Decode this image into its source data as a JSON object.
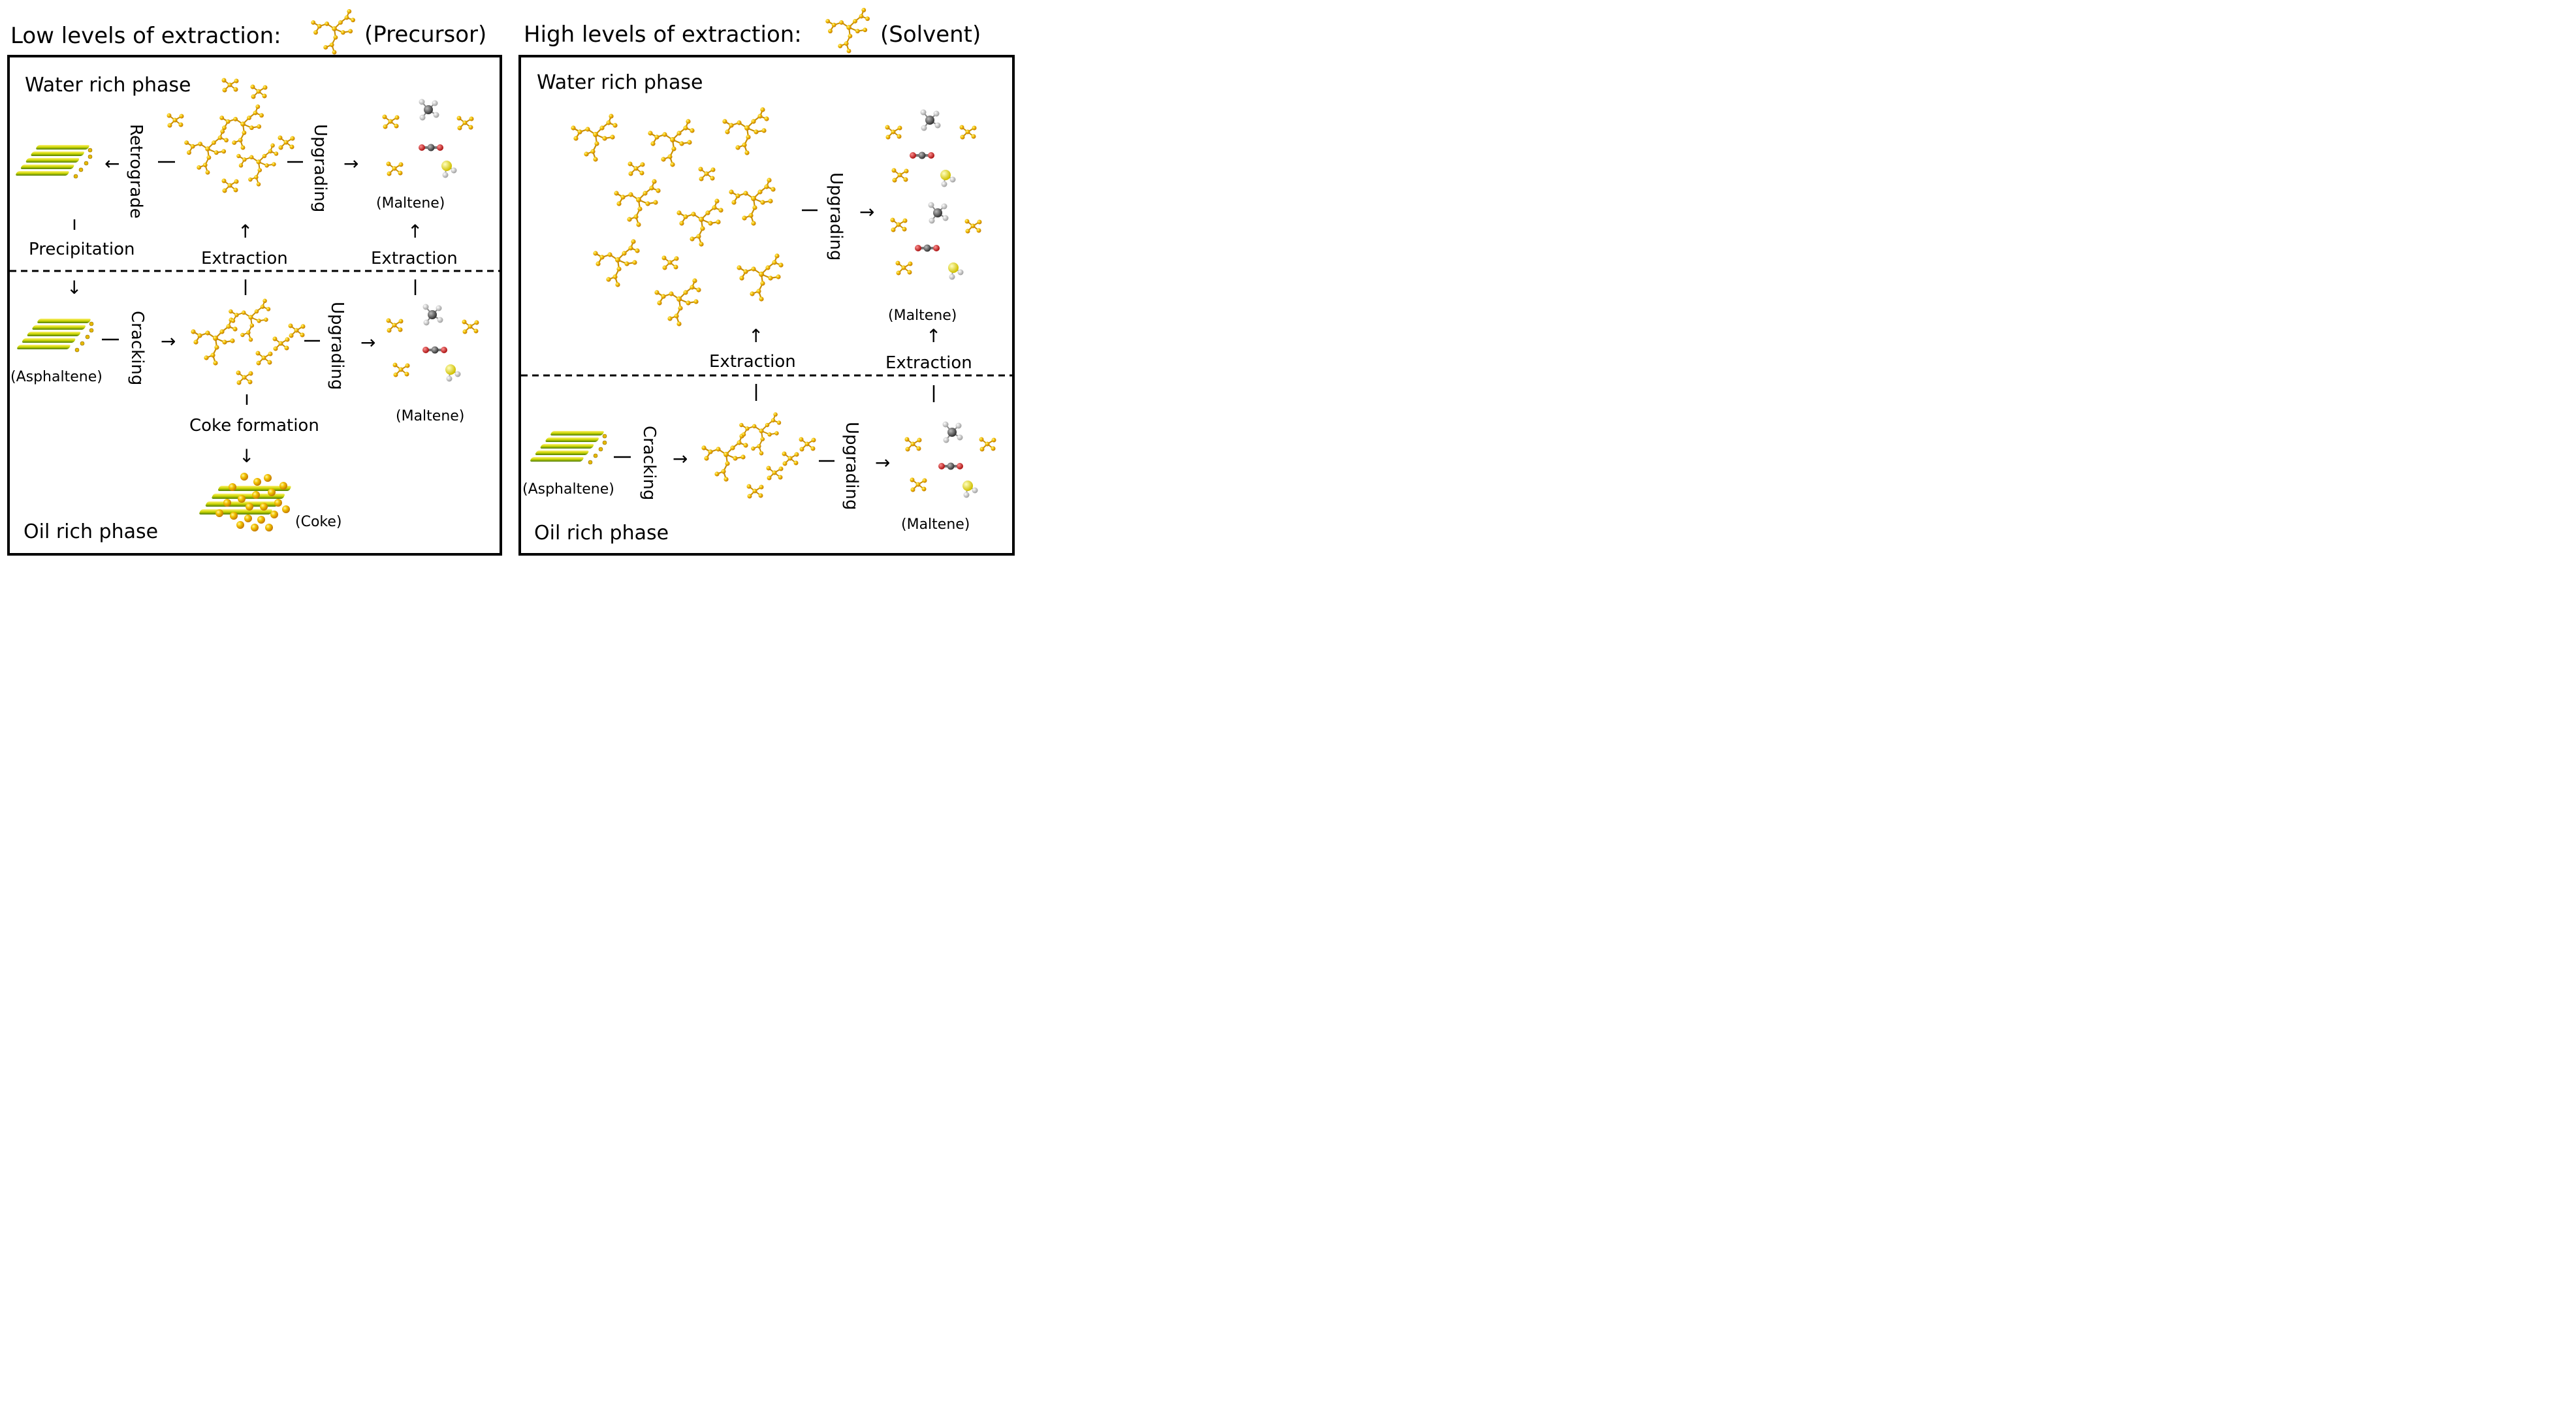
{
  "left_header": {
    "title": "Low levels of extraction:",
    "tag": "(Precursor)"
  },
  "right_header": {
    "title": "High levels of extraction:",
    "tag": "(Solvent)"
  },
  "left_panel": {
    "water_label": "Water rich phase",
    "oil_label": "Oil rich phase",
    "retrograde": "Retrograde",
    "upgrading_top": "Upgrading",
    "maltene_top": "(Maltene)",
    "precipitation": "Precipitation",
    "extraction_center": "Extraction",
    "extraction_right": "Extraction",
    "cracking": "Cracking",
    "asphaltene": "(Asphaltene)",
    "upgrading_bottom": "Upgrading",
    "maltene_bottom": "(Maltene)",
    "coke_formation": "Coke formation",
    "coke": "(Coke)"
  },
  "right_panel": {
    "water_label": "Water rich phase",
    "oil_label": "Oil rich phase",
    "upgrading_top": "Upgrading",
    "maltene_top": "(Maltene)",
    "extraction_center": "Extraction",
    "extraction_right": "Extraction",
    "cracking": "Cracking",
    "asphaltene": "(Asphaltene)",
    "upgrading_bottom": "Upgrading",
    "maltene_bottom": "(Maltene)"
  },
  "colors": {
    "molecule_yellow": "#f2c200",
    "molecule_orange": "#d88a00",
    "carbon_grey": "#555555",
    "oxygen_red": "#cc2222",
    "hydrogen_white": "#eeeeee",
    "sulfur_yellow": "#f0e020",
    "asphaltene_green": "#7da800"
  }
}
